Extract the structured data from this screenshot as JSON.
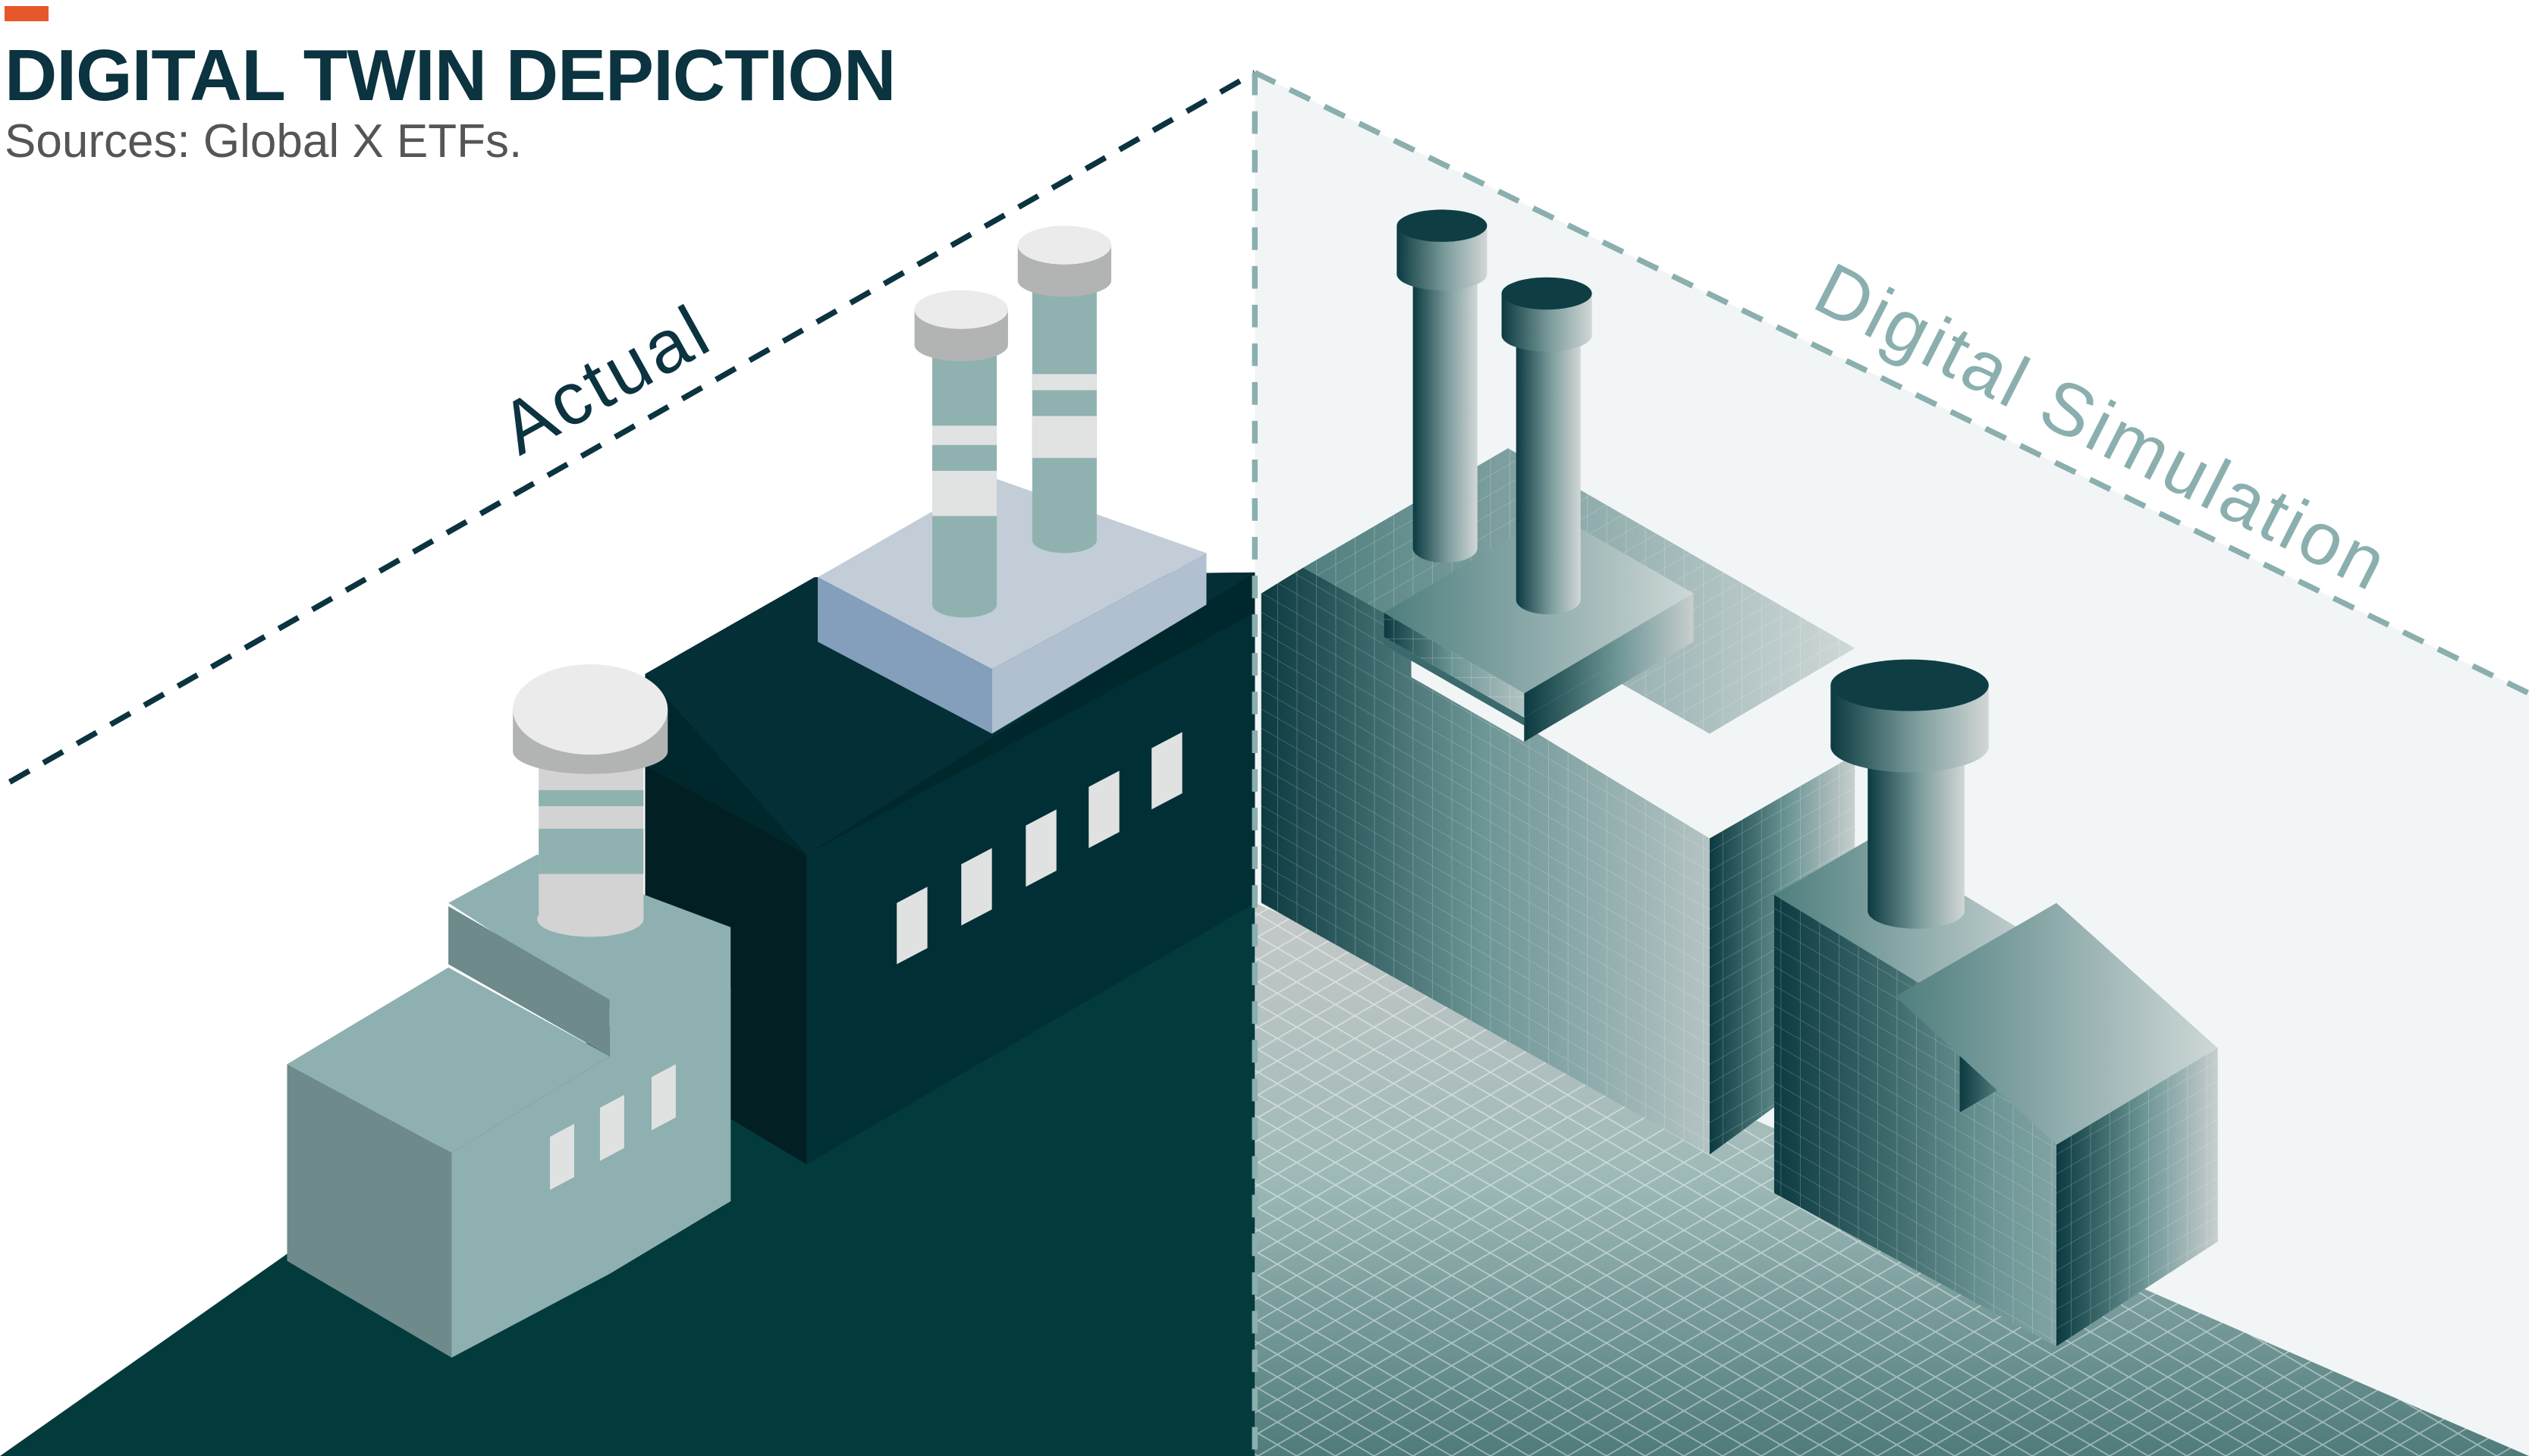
{
  "header": {
    "title": "DIGITAL TWIN DEPICTION",
    "subtitle": "Sources: Global X ETFs."
  },
  "labels": {
    "actual": "Actual",
    "simulation": "Digital Simulation"
  },
  "colors": {
    "accent": "#E8572A",
    "title": "#0B3340",
    "subtitle": "#555555",
    "ground_actual": "#033A3C",
    "ground_simulation": "#9BB8B6",
    "simulation_background": "#F2F5F6",
    "building_dark": "#022F36",
    "building_sage": "#8FB0B0",
    "stack_cap": "#E2E2E2",
    "roof_blue": "#BBC9D6",
    "dashed_actual": "#0B3340",
    "dashed_simulation": "#8AAFAE"
  }
}
